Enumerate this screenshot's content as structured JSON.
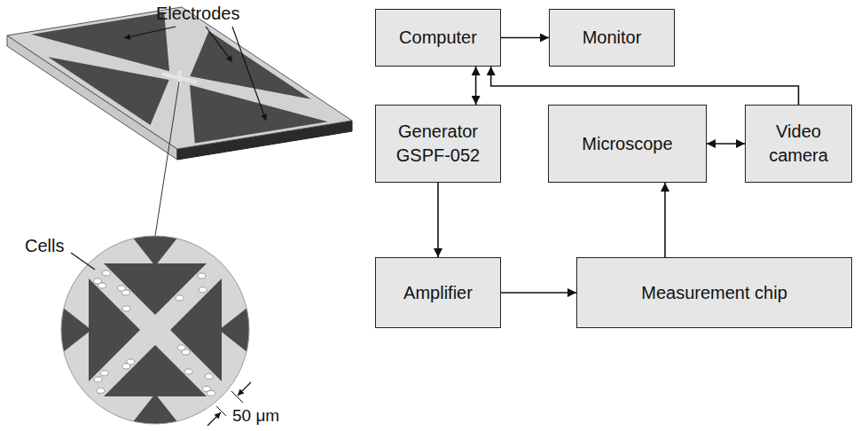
{
  "diagram": {
    "nodes": [
      {
        "text": [
          "Computer"
        ]
      },
      {
        "text": [
          "Monitor"
        ]
      },
      {
        "text": [
          "Generator GSPF-052"
        ]
      },
      {
        "text": [
          "Microscope"
        ]
      },
      {
        "text": [
          "Video camera"
        ]
      },
      {
        "text": [
          "Amplifier"
        ]
      },
      {
        "text": [
          "Measurement chip"
        ]
      }
    ],
    "edges": [
      {
        "from": 0,
        "to": 1,
        "arrow": "to"
      },
      {
        "from": 0,
        "to": 2,
        "arrow": "both"
      },
      {
        "from": 4,
        "to": 0,
        "arrow": "to"
      },
      {
        "from": 3,
        "to": 4,
        "arrow": "both"
      },
      {
        "from": 2,
        "to": 5,
        "arrow": "to"
      },
      {
        "from": 5,
        "to": 6,
        "arrow": "to"
      },
      {
        "from": 6,
        "to": 3,
        "arrow": "to"
      }
    ],
    "labels": [
      "Electrodes",
      "Cells",
      "50 μm"
    ]
  }
}
